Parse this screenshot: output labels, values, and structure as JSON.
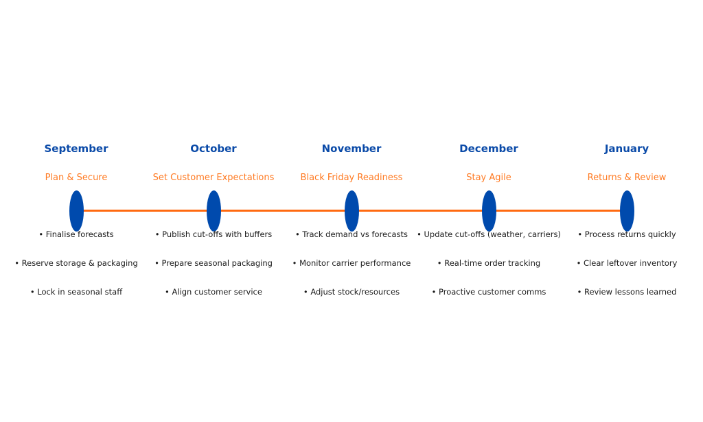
{
  "colors": {
    "month": "#0a4aa8",
    "phase": "#ff7a22",
    "line": "#ff6a10",
    "marker": "#004aad",
    "text": "#1a1a1a"
  },
  "timeline": [
    {
      "month": "September",
      "phase": "Plan & Secure",
      "tasks": [
        "• Finalise forecasts",
        "• Reserve storage & packaging",
        "• Lock in seasonal staff"
      ]
    },
    {
      "month": "October",
      "phase": "Set Customer Expectations",
      "tasks": [
        "• Publish cut-offs with buffers",
        "• Prepare seasonal packaging",
        "• Align customer service"
      ]
    },
    {
      "month": "November",
      "phase": "Black Friday Readiness",
      "tasks": [
        "• Track demand vs forecasts",
        "• Monitor carrier performance",
        "• Adjust stock/resources"
      ]
    },
    {
      "month": "December",
      "phase": "Stay Agile",
      "tasks": [
        "• Update cut-offs (weather, carriers)",
        "• Real-time order tracking",
        "• Proactive customer comms"
      ]
    },
    {
      "month": "January",
      "phase": "Returns & Review",
      "tasks": [
        "• Process returns quickly",
        "• Clear leftover inventory",
        "• Review lessons learned"
      ]
    }
  ]
}
